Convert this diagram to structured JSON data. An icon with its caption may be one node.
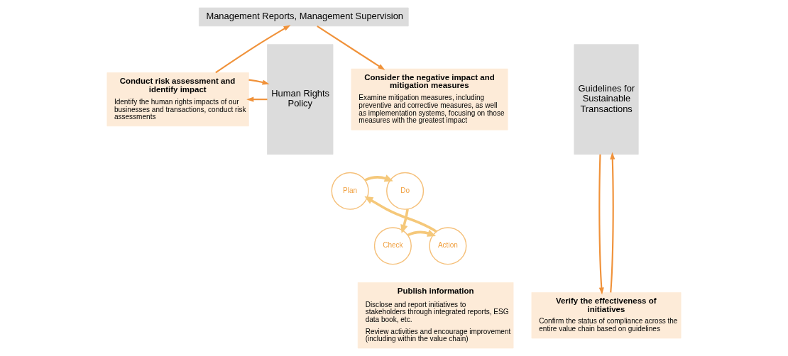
{
  "diagram": {
    "nodes": [
      {
        "text": [
          "Management Reports, Management Supervision"
        ]
      },
      {
        "text": [
          "Human Rights Policy"
        ]
      },
      {
        "text": [
          "Guidelines for Sustainable Transactions"
        ]
      },
      {
        "text": [
          "Conduct risk assessment and identify impact",
          "Identify the human rights impacts of our businesses and transactions, conduct risk assessments"
        ]
      },
      {
        "text": [
          "Consider the negative impact and mitigation measures",
          "Examine mitigation measures, including preventive and corrective measures, as well as implementation systems, focusing on those measures with the greatest impact"
        ]
      },
      {
        "text": [
          "Publish information",
          "Disclose and report initiatives to stakeholders through integrated reports, ESG data book, etc.",
          "Review activities and encourage improvement (including within the value chain)"
        ]
      },
      {
        "text": [
          "Verify the effectiveness of initiatives",
          "Confirm the status of compliance across the entire value chain based on guidelines"
        ]
      },
      {
        "text": [
          "Plan"
        ]
      },
      {
        "text": [
          "Do"
        ]
      },
      {
        "text": [
          "Check"
        ]
      },
      {
        "text": [
          "Action"
        ]
      }
    ],
    "edges": [
      {
        "from": 3,
        "to": 0,
        "arrow": "to"
      },
      {
        "from": 0,
        "to": 4,
        "arrow": "to"
      },
      {
        "from": 1,
        "to": 3,
        "arrow": "to"
      },
      {
        "from": 3,
        "to": 1,
        "arrow": "to"
      },
      {
        "from": 6,
        "to": 2,
        "arrow": "to"
      },
      {
        "from": 2,
        "to": 6,
        "arrow": "to"
      },
      {
        "from": 7,
        "to": 8,
        "arrow": "to",
        "color": "#f5c87a"
      },
      {
        "from": 8,
        "to": 9,
        "arrow": "to",
        "color": "#f5c87a"
      },
      {
        "from": 9,
        "to": 10,
        "arrow": "to",
        "color": "#f5c87a"
      },
      {
        "from": 10,
        "to": 7,
        "arrow": "to",
        "color": "#f5c87a"
      }
    ]
  }
}
